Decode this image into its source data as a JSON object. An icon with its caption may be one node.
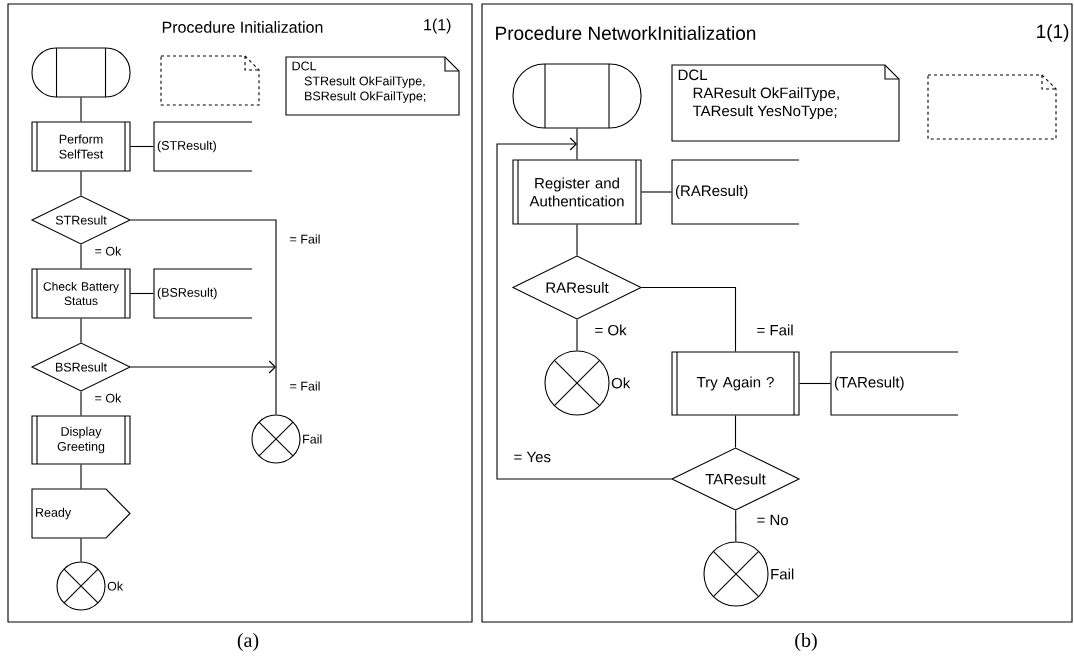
{
  "diagram": {
    "nodes": [
      {
        "text": [
          "Procedure Initialization",
          "1(1)"
        ]
      },
      {
        "text": [],
        "shape": "capsule",
        "in": 0
      },
      {
        "text": [],
        "shape": "note",
        "in": 0
      },
      {
        "text": [
          "DCL",
          "STResult OkFailType,",
          "BSResult OkFailType;"
        ],
        "in": 0
      },
      {
        "text": [
          "Perform SelfTest"
        ],
        "in": 0
      },
      {
        "text": [
          "(STResult)"
        ],
        "in": 0
      },
      {
        "text": [
          "STResult"
        ],
        "in": 0
      },
      {
        "text": [
          "Check Battery Status"
        ],
        "in": 0
      },
      {
        "text": [
          "(BSResult)"
        ],
        "in": 0
      },
      {
        "text": [
          "BSResult"
        ],
        "in": 0
      },
      {
        "text": [
          "Display Greeting"
        ],
        "in": 0
      },
      {
        "text": [
          "Ready"
        ],
        "in": 0
      },
      {
        "text": [],
        "shape": "circle",
        "beside": [
          "Ok"
        ],
        "in": 0
      },
      {
        "text": [],
        "shape": "circle",
        "beside": [
          "Fail"
        ],
        "in": 0
      },
      {
        "text": [
          "Procedure NetworkInitialization",
          "1(1)"
        ]
      },
      {
        "text": [],
        "shape": "capsule",
        "in": 14
      },
      {
        "text": [
          "DCL",
          "RAResult OkFailType,",
          "TAResult YesNoType;"
        ],
        "in": 14
      },
      {
        "text": [],
        "shape": "note",
        "in": 14
      },
      {
        "text": [
          "Register and Authentication"
        ],
        "in": 14
      },
      {
        "text": [
          "(RAResult)"
        ],
        "in": 14
      },
      {
        "text": [
          "RAResult"
        ],
        "in": 14
      },
      {
        "text": [],
        "shape": "circle",
        "beside": [
          "Ok"
        ],
        "in": 14
      },
      {
        "text": [
          "Try Again ?"
        ],
        "in": 14
      },
      {
        "text": [
          "(TAResult)"
        ],
        "in": 14
      },
      {
        "text": [
          "TAResult"
        ],
        "in": 14
      },
      {
        "text": [],
        "shape": "circle",
        "beside": [
          "Fail"
        ],
        "in": 14
      }
    ],
    "edges": [
      {
        "from": 1,
        "to": 4,
        "arrow": "none"
      },
      {
        "from": 4,
        "to": 5,
        "arrow": "none"
      },
      {
        "from": 4,
        "to": 6,
        "arrow": "none"
      },
      {
        "from": 6,
        "to": 7,
        "arrow": "none",
        "label": "= Ok"
      },
      {
        "from": 6,
        "to": 13,
        "arrow": "none",
        "label": "= Fail"
      },
      {
        "from": 7,
        "to": 8,
        "arrow": "none"
      },
      {
        "from": 7,
        "to": 9,
        "arrow": "none"
      },
      {
        "from": 9,
        "to": 13,
        "arrow": "to",
        "label": "= Fail"
      },
      {
        "from": 9,
        "to": 10,
        "arrow": "none",
        "label": "= Ok"
      },
      {
        "from": 10,
        "to": 11,
        "arrow": "none"
      },
      {
        "from": 11,
        "to": 12,
        "arrow": "none"
      },
      {
        "from": 15,
        "to": 18,
        "arrow": "none"
      },
      {
        "from": 18,
        "to": 19,
        "arrow": "none"
      },
      {
        "from": 18,
        "to": 20,
        "arrow": "none"
      },
      {
        "from": 20,
        "to": 21,
        "arrow": "none",
        "label": "= Ok"
      },
      {
        "from": 20,
        "to": 22,
        "arrow": "none",
        "label": "= Fail"
      },
      {
        "from": 22,
        "to": 23,
        "arrow": "none"
      },
      {
        "from": 22,
        "to": 24,
        "arrow": "none"
      },
      {
        "from": 24,
        "to": 18,
        "arrow": "to",
        "label": "= Yes"
      },
      {
        "from": 24,
        "to": 25,
        "arrow": "none",
        "label": "= No"
      }
    ],
    "labels": [
      "(a)",
      "(b)"
    ]
  }
}
